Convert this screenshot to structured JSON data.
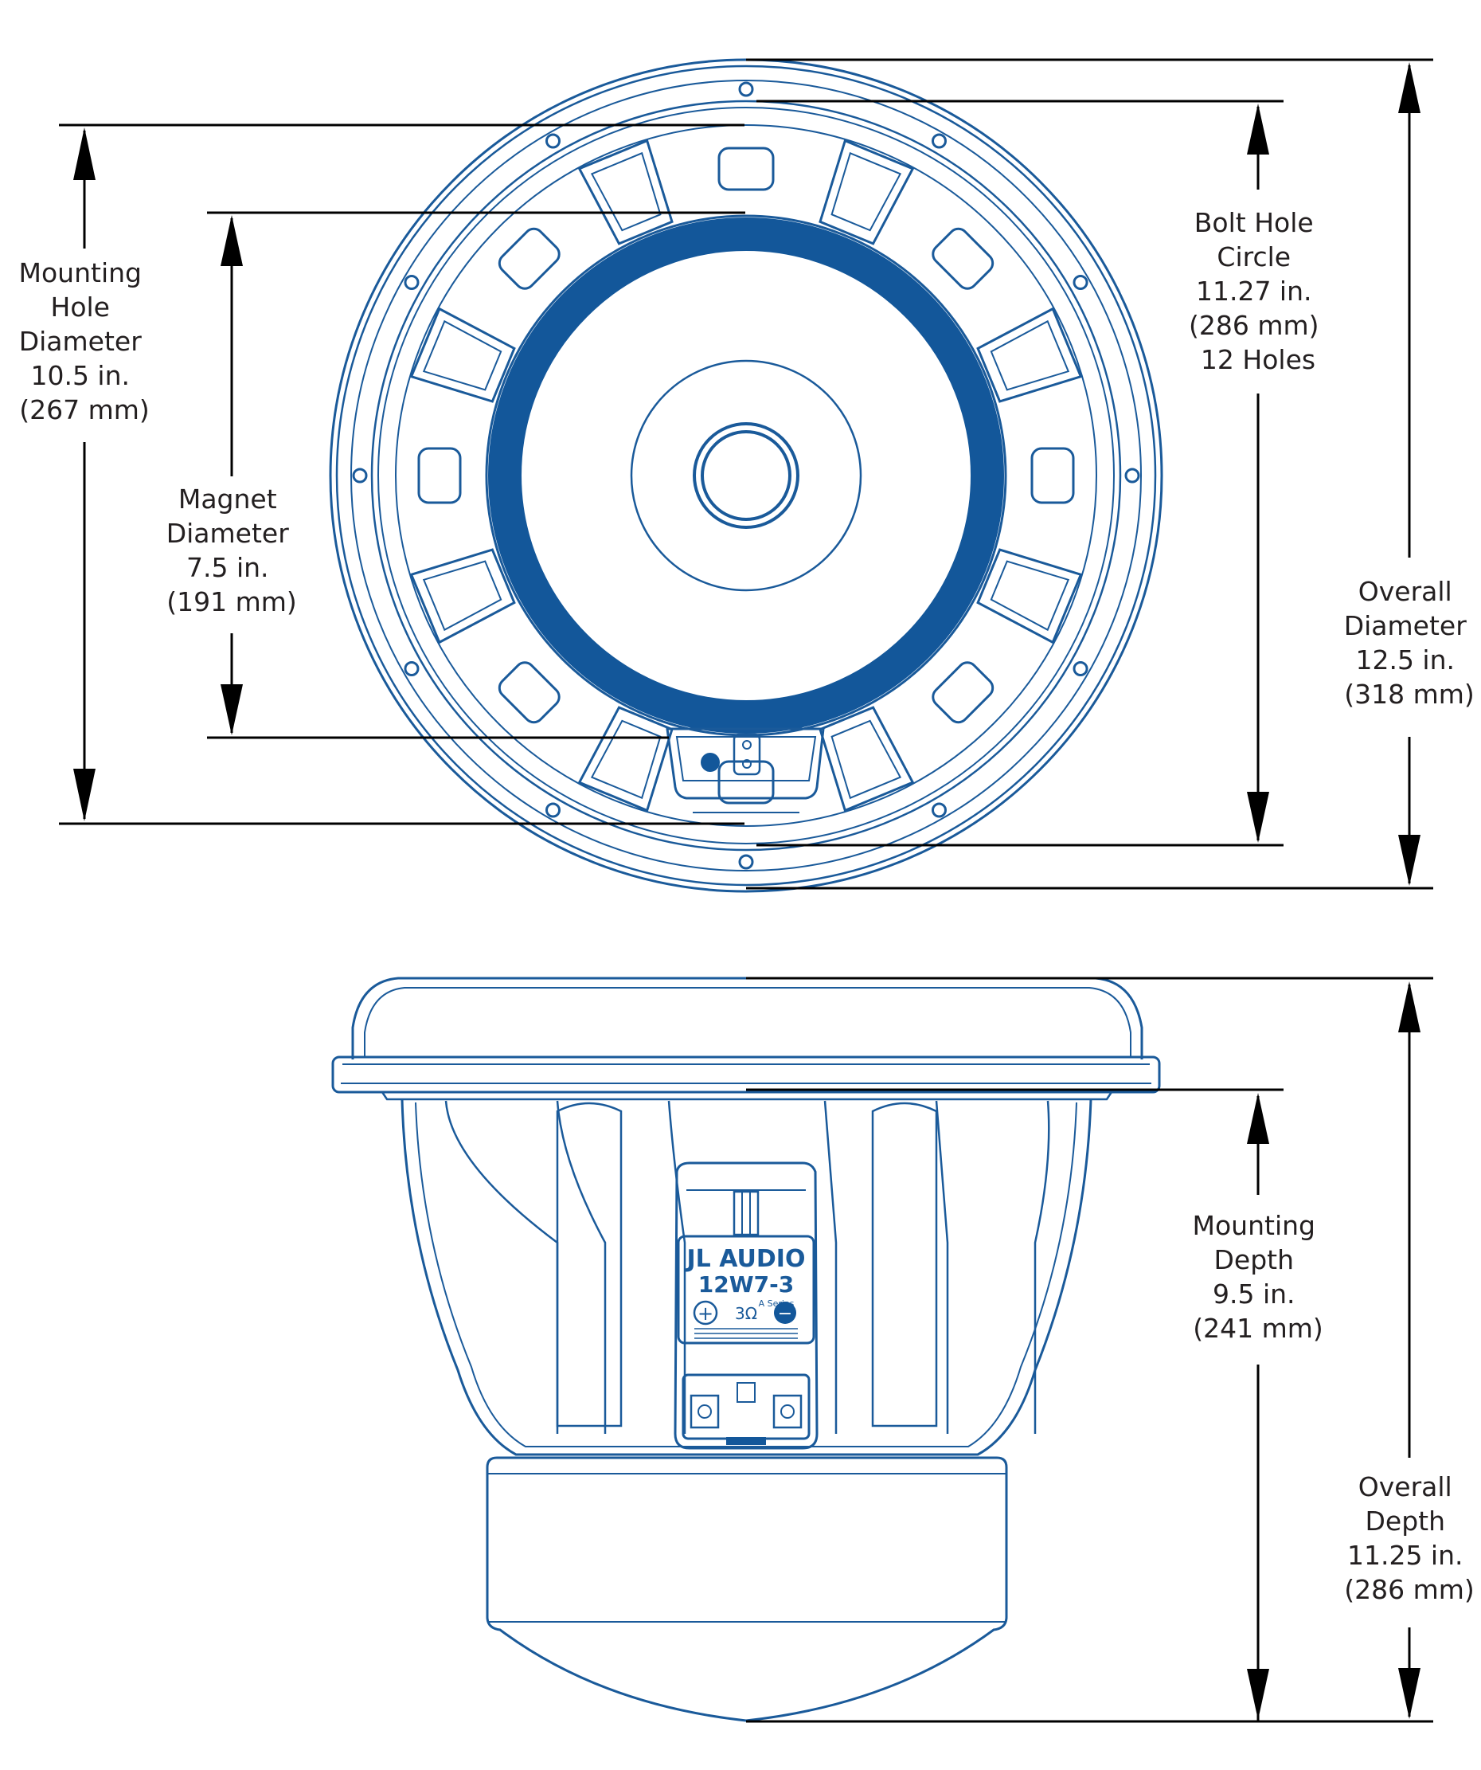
{
  "colors": {
    "drawing_line": "#1a5a9a",
    "magnet_fill": "#13579a",
    "dimension_line": "#000000",
    "label_text": "#231f20",
    "background": "#ffffff"
  },
  "dimensions": {
    "mounting_hole": {
      "lines": [
        "Mounting",
        "Hole",
        "Diameter",
        "10.5 in.",
        "(267 mm)"
      ],
      "inches": 10.5,
      "mm": 267
    },
    "magnet": {
      "lines": [
        "Magnet",
        "Diameter",
        "7.5 in.",
        "(191 mm)"
      ],
      "inches": 7.5,
      "mm": 191
    },
    "bolt_hole_circle": {
      "lines": [
        "Bolt Hole",
        "Circle",
        "11.27 in.",
        "(286 mm)",
        "12 Holes"
      ],
      "inches": 11.27,
      "mm": 286,
      "holes": 12
    },
    "overall_diameter": {
      "lines": [
        "Overall",
        "Diameter",
        "12.5 in.",
        "(318 mm)"
      ],
      "inches": 12.5,
      "mm": 318
    },
    "mounting_depth": {
      "lines": [
        "Mounting",
        "Depth",
        "9.5 in.",
        "(241 mm)"
      ],
      "inches": 9.5,
      "mm": 241
    },
    "overall_depth": {
      "lines": [
        "Overall",
        "Depth",
        "11.25 in.",
        "(286 mm)"
      ],
      "inches": 11.25,
      "mm": 286
    }
  },
  "terminal_label": {
    "brand": "JL AUDIO",
    "model": "12W7-3",
    "series": "A Series",
    "impedance": "3Ω",
    "plus": "+",
    "minus": "−"
  }
}
